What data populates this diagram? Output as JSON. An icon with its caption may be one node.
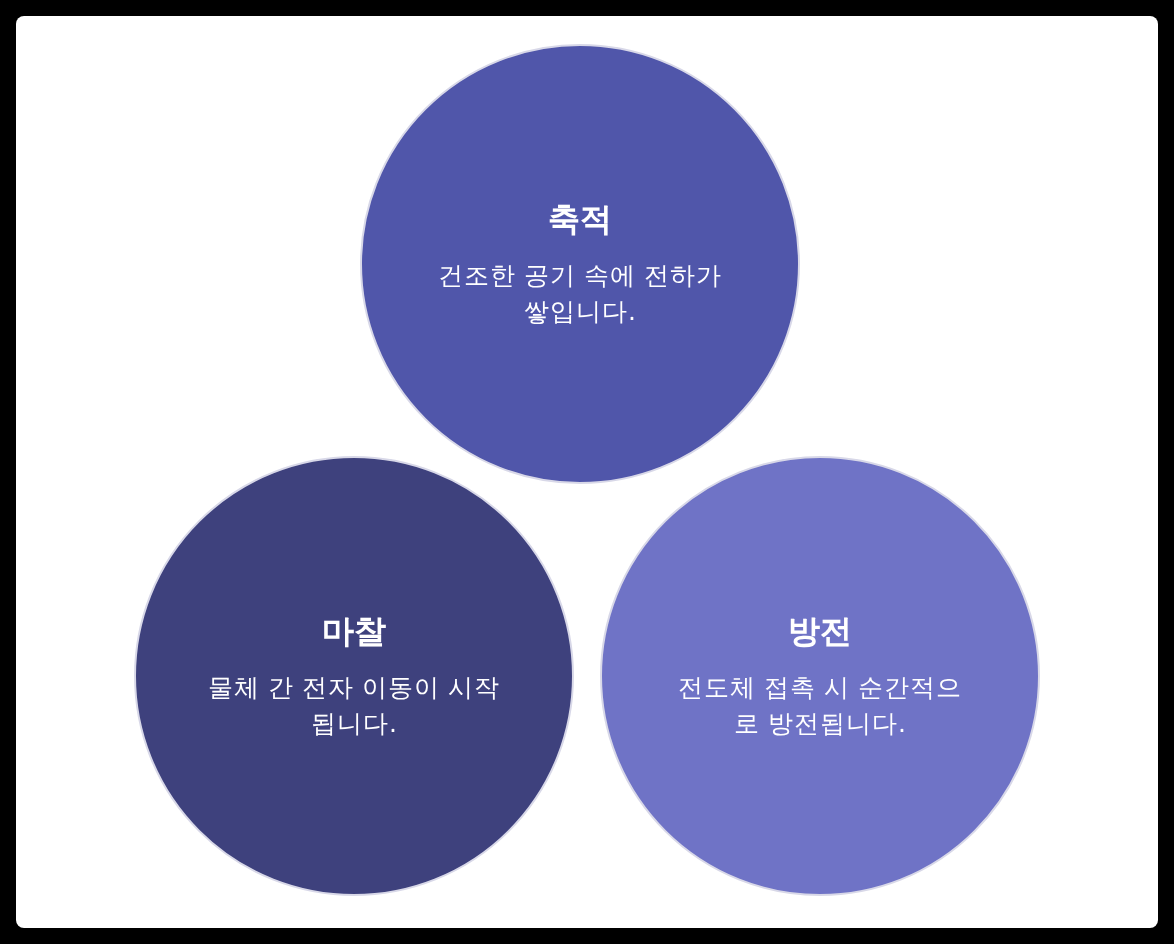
{
  "diagram": {
    "nodes": [
      {
        "text": [
          "축적",
          "건조한 공기 속에 전하가 쌓입니다."
        ]
      },
      {
        "text": [
          "마찰",
          "물체 간 전자 이동이 시작됩니다."
        ]
      },
      {
        "text": [
          "방전",
          "전도체 접촉 시 순간적으로 방전됩니다."
        ]
      }
    ]
  }
}
